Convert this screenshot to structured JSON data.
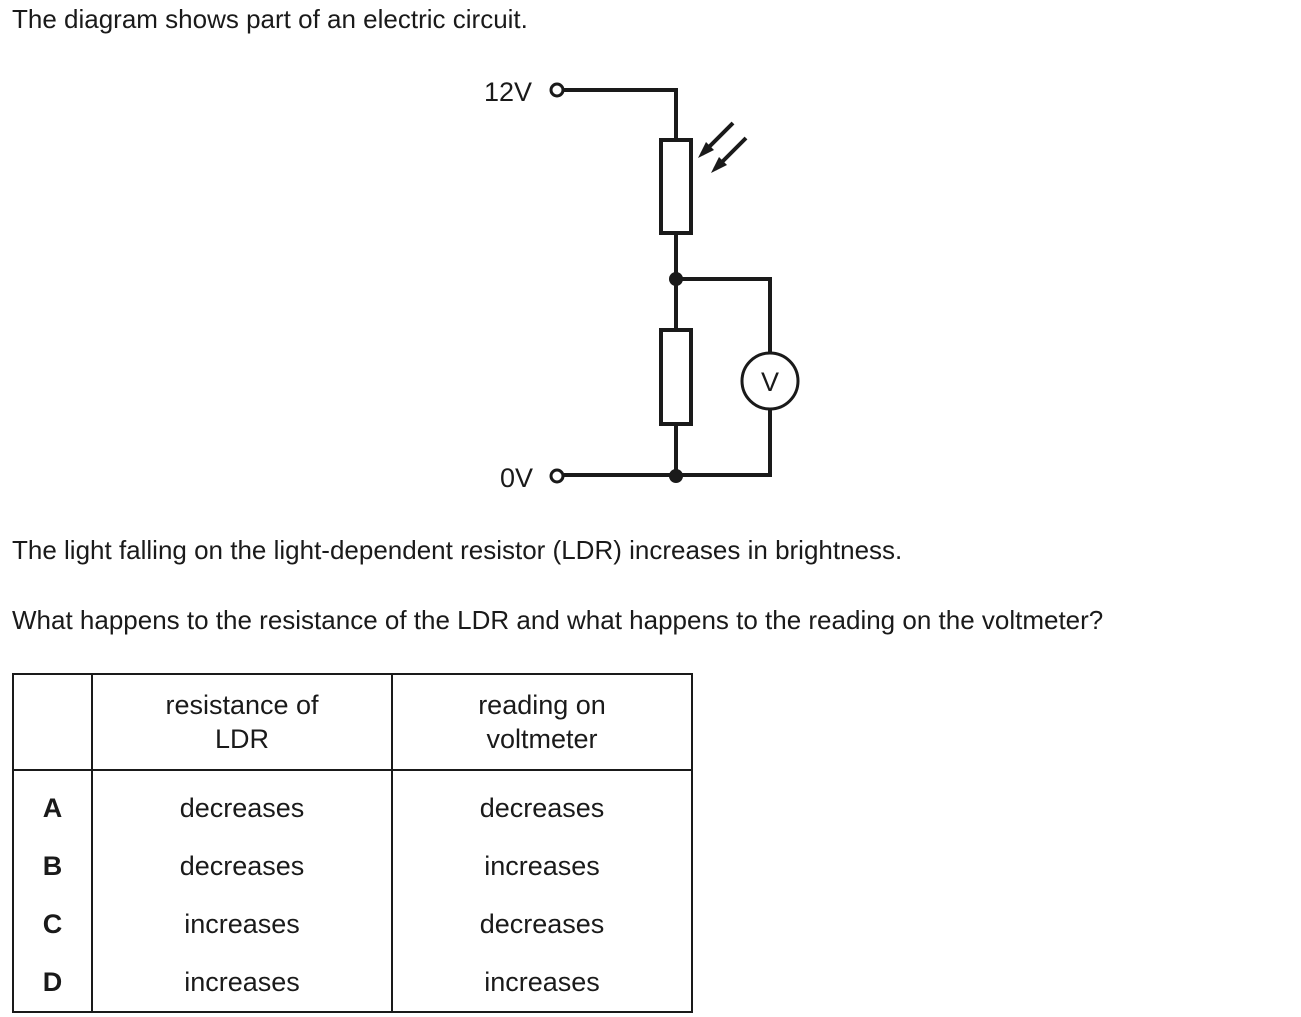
{
  "intro": "The diagram shows part of an electric circuit.",
  "circuit": {
    "top_terminal_label": "12V",
    "bottom_terminal_label": "0V",
    "meter_label": "V",
    "components": [
      "light-dependent resistor",
      "fixed resistor",
      "voltmeter"
    ]
  },
  "statement": "The light falling on the light-dependent resistor (LDR) increases in brightness.",
  "question": "What happens to the resistance of the LDR and what happens to the reading on the voltmeter?",
  "table": {
    "headers": [
      "",
      "resistance of\nLDR",
      "reading on\nvoltmeter"
    ],
    "header_lines": [
      [
        "",
        ""
      ],
      [
        "resistance of",
        "LDR"
      ],
      [
        "reading on",
        "voltmeter"
      ]
    ],
    "rows": [
      {
        "option": "A",
        "resistance": "decreases",
        "reading": "decreases"
      },
      {
        "option": "B",
        "resistance": "decreases",
        "reading": "increases"
      },
      {
        "option": "C",
        "resistance": "increases",
        "reading": "decreases"
      },
      {
        "option": "D",
        "resistance": "increases",
        "reading": "increases"
      }
    ]
  }
}
